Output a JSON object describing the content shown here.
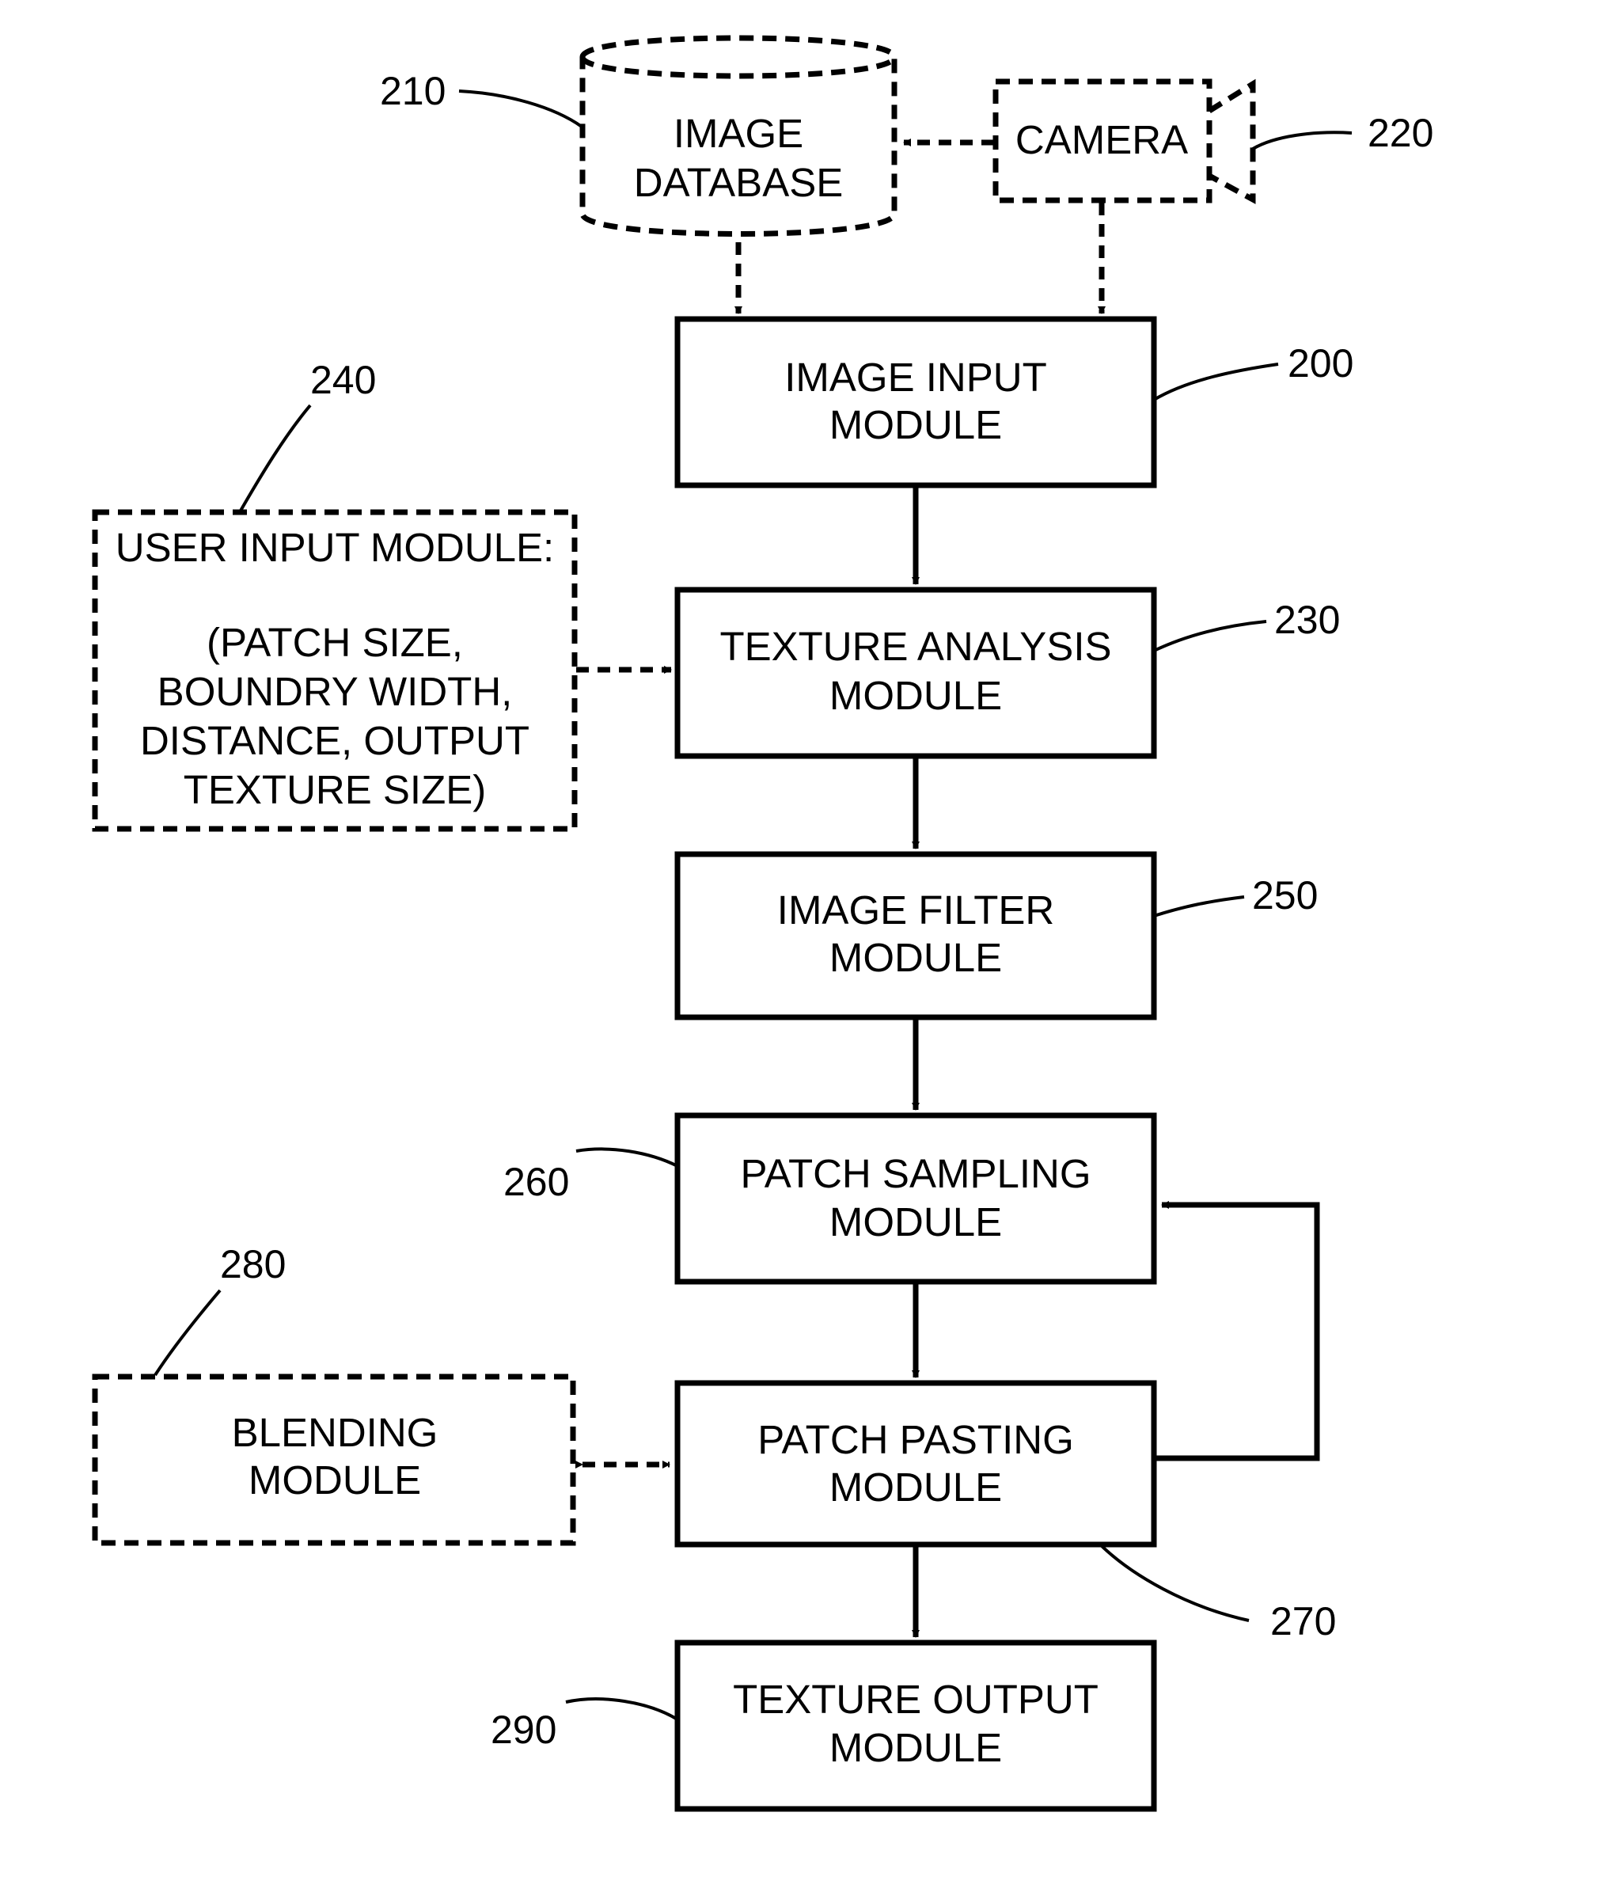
{
  "nodes": {
    "image_database": {
      "line1": "IMAGE",
      "line2": "DATABASE",
      "ref": "210"
    },
    "camera": {
      "label": "CAMERA",
      "ref": "220"
    },
    "image_input": {
      "line1": "IMAGE INPUT",
      "line2": "MODULE",
      "ref": "200"
    },
    "user_input": {
      "line1": "USER INPUT MODULE:",
      "line2": "(PATCH SIZE,",
      "line3": "BOUNDRY WIDTH,",
      "line4": "DISTANCE, OUTPUT",
      "line5": "TEXTURE SIZE)",
      "ref": "240"
    },
    "texture_analysis": {
      "line1": "TEXTURE ANALYSIS",
      "line2": "MODULE",
      "ref": "230"
    },
    "image_filter": {
      "line1": "IMAGE FILTER",
      "line2": "MODULE",
      "ref": "250"
    },
    "patch_sampling": {
      "line1": "PATCH SAMPLING",
      "line2": "MODULE",
      "ref": "260"
    },
    "blending": {
      "line1": "BLENDING",
      "line2": "MODULE",
      "ref": "280"
    },
    "patch_pasting": {
      "line1": "PATCH PASTING",
      "line2": "MODULE",
      "ref": "270"
    },
    "texture_output": {
      "line1": "TEXTURE OUTPUT",
      "line2": "MODULE",
      "ref": "290"
    }
  },
  "edges": [
    {
      "from": "camera",
      "to": "image_database",
      "style": "dashed"
    },
    {
      "from": "image_database",
      "to": "image_input",
      "style": "dashed"
    },
    {
      "from": "camera",
      "to": "image_input",
      "style": "dashed"
    },
    {
      "from": "image_input",
      "to": "texture_analysis",
      "style": "solid"
    },
    {
      "from": "user_input",
      "to": "texture_analysis",
      "style": "dashed"
    },
    {
      "from": "texture_analysis",
      "to": "image_filter",
      "style": "solid"
    },
    {
      "from": "image_filter",
      "to": "patch_sampling",
      "style": "solid"
    },
    {
      "from": "patch_sampling",
      "to": "patch_pasting",
      "style": "solid"
    },
    {
      "from": "patch_pasting",
      "to": "patch_sampling",
      "style": "solid"
    },
    {
      "from": "patch_pasting",
      "to": "blending",
      "style": "dashed-bidirectional"
    },
    {
      "from": "patch_pasting",
      "to": "texture_output",
      "style": "solid"
    }
  ]
}
